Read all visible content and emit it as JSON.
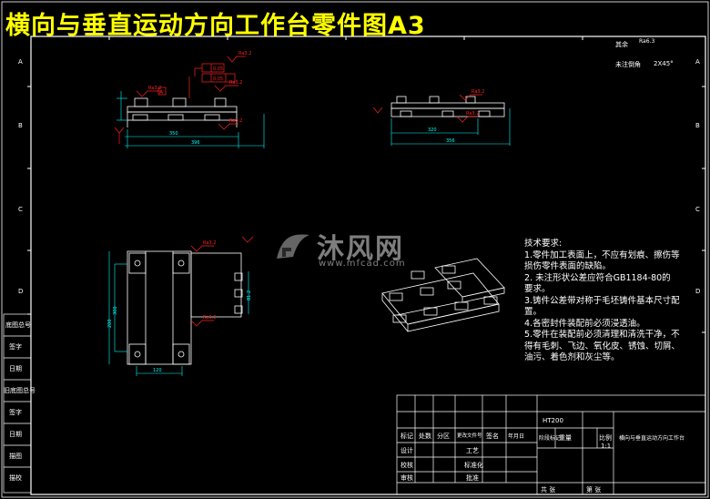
{
  "title": "横向与垂直运动方向工作台零件图A3",
  "watermark": {
    "brand_cn": "沐风网",
    "url": "www.mfcad.com"
  },
  "technical_requirements": {
    "heading": "技术要求:",
    "items": [
      "1.零件加工表面上，不应有划痕、擦伤等",
      "损伤零件表面的缺陷。",
      "2. 未注形状公差应符合GB1184-80的",
      "要求。",
      "3.铸件公差带对称于毛坯铸件基本尺寸配",
      "置。",
      "4.各密封件装配前必须浸透油。",
      "5.零件在装配前必须清理和清洗干净，不",
      "得有毛刺、飞边、氧化皮、锈蚀、切屑、",
      "油污、着色剂和灰尘等。"
    ]
  },
  "surface_notes": {
    "other_label": "其余",
    "other_value": "Ra6.3",
    "chamfer_label": "未注倒角",
    "chamfer_value": "2X45°"
  },
  "frame_edge_letters": [
    "A",
    "B",
    "C",
    "D"
  ],
  "left_strip_labels": [
    "底图总号",
    "签字",
    "日期",
    "旧底图总号",
    "签字",
    "日期",
    "描图",
    "描校"
  ],
  "title_block": {
    "part_name": "横向与垂直运动方向工作台",
    "material": "HT200",
    "cells": [
      "标记",
      "处数",
      "分区",
      "更改文件号",
      "签名",
      "年月日",
      "设计",
      "校核",
      "审核",
      "工艺",
      "标准化",
      "批准",
      "阶段标记",
      "重量",
      "比例",
      "共 张",
      "第 张"
    ],
    "scale": "1:1"
  },
  "annotations": {
    "ra_labels": [
      "Ra3.2",
      "Ra3.2",
      "Ra3.2",
      "Ra3.2",
      "Ra3.2",
      "Ra3.2",
      "Ra3.2"
    ],
    "datum": "A",
    "tolerance_1": "0.05",
    "tolerance_2": "0.05",
    "dims": [
      "350",
      "120",
      "396",
      "320",
      "300",
      "200",
      "81.2",
      "80"
    ]
  },
  "colors": {
    "background": "#000000",
    "title": "#ffff00",
    "geometry": "#ffffff",
    "dimension": "#00ffff",
    "annotation": "#ff2020",
    "watermark": "#e6e6e6"
  }
}
